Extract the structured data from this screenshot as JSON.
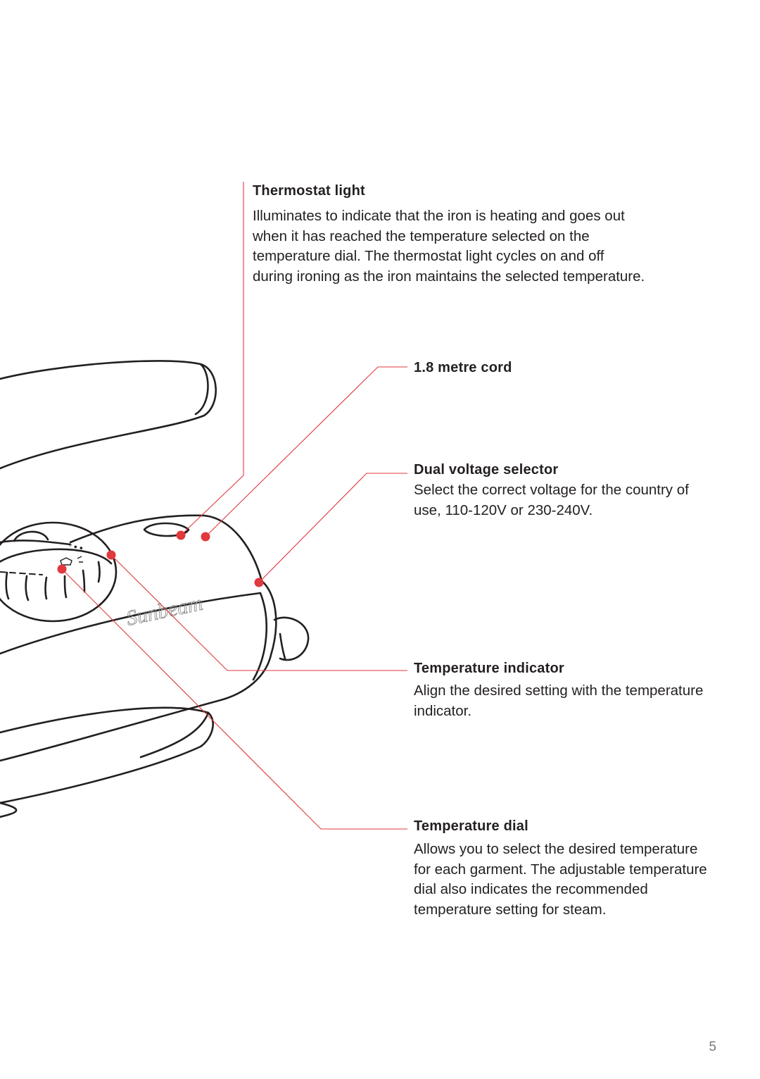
{
  "callouts": {
    "thermostat_light": {
      "title": "Thermostat light",
      "body": "Illuminates to indicate that the iron is heating and goes out when it has reached the temperature selected on the temperature dial. The thermostat light cycles on and off during ironing as the iron maintains the selected temperature."
    },
    "cord": {
      "title": "1.8 metre cord"
    },
    "dual_voltage": {
      "title": "Dual voltage selector",
      "body": "Select the correct voltage for the country of use, 110-120V or 230-240V."
    },
    "temperature_indicator": {
      "title": "Temperature indicator",
      "body": "Align the desired setting with the temperature indicator."
    },
    "temperature_dial": {
      "title": "Temperature dial",
      "body": "Allows you to select the desired temperature for each garment. The adjustable temperature dial also indicates the recommended temperature setting for steam."
    }
  },
  "illustration": {
    "brand_logo": "Sunbeam",
    "dial_mark": "◦∙∙"
  },
  "page_number": "5",
  "colors": {
    "leader_line": "#e0393e",
    "callout_dot": "#e0393e",
    "outline": "#231f20",
    "text": "#231f20",
    "page_number": "#7a7a7a"
  }
}
